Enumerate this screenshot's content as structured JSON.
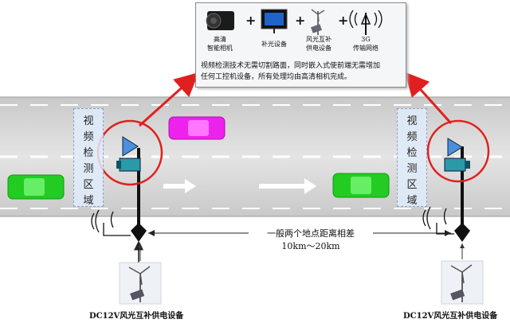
{
  "box": {
    "items": [
      {
        "icon": "camera-icon",
        "label": "高清\n智能相机"
      },
      {
        "icon": "fill-light-icon",
        "label": "补光设备"
      },
      {
        "icon": "wind-solar-icon",
        "label": "风光互补\n供电设备"
      },
      {
        "icon": "signal-3g-icon",
        "label": "3G\n传输网络"
      }
    ],
    "operators": [
      "+",
      "+",
      "+"
    ],
    "description_line1": "视频检测技术无需切割路面，同时嵌入式使前端无需增加",
    "description_line2": "任何工控机设备，所有处理均由高清相机完成。"
  },
  "zones": {
    "left_label": "视频检测区域",
    "right_label": "视频检测区域"
  },
  "distance": {
    "line1": "一般两个地点距离相差",
    "line2": "10km～20km"
  },
  "devices": {
    "left_label": "DC12V风光互补供电设备",
    "right_label": "DC12V风光互补供电设备"
  },
  "colors": {
    "road": "#e0e0e0",
    "lane_mark": "#ffffff",
    "circle": "#e02020",
    "arrow": "#e02020",
    "car_green": "#22cc22",
    "car_magenta": "#ee22ee",
    "pole": "#111111",
    "camera": "#2a9aa8",
    "box_bg": "#f4f6f8"
  }
}
